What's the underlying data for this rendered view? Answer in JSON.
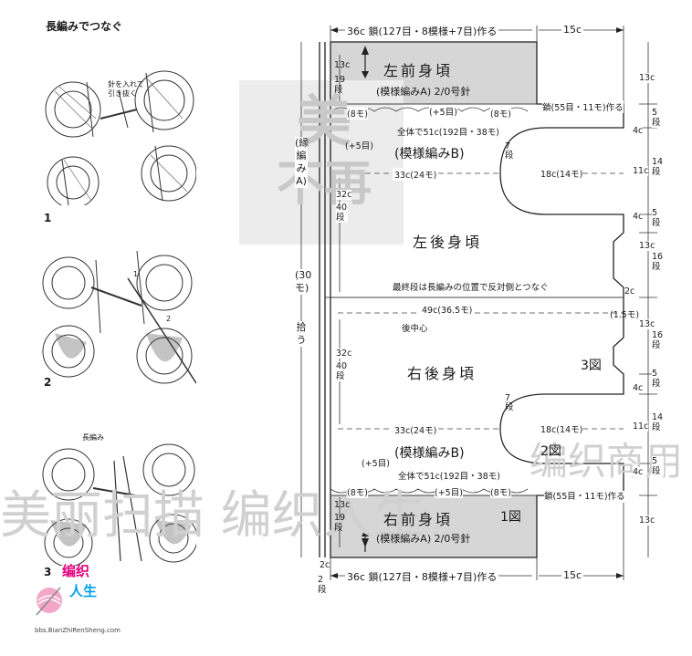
{
  "heading": "長編みでつなぐ",
  "steps": [
    {
      "num": "1",
      "note": "針を入れて\n引き抜く"
    },
    {
      "num": "2",
      "marker1": "1",
      "marker2": "2"
    },
    {
      "num": "3",
      "note": "長編み"
    }
  ],
  "top_edge": {
    "width": "36c",
    "chain": "鎖(127目・8模様+7目)作る",
    "right_width": "15c"
  },
  "bottom_edge": {
    "width": "36c",
    "chain": "鎖(127目・8模様+7目)作る",
    "right_width": "15c"
  },
  "left_front": {
    "title": "左前身頃",
    "pattern": "(模様編みA)",
    "needle": "2/0号針",
    "height": "13c",
    "rows": "19段",
    "chain_add": "鎖(55目・11モ)作る",
    "plus_left": "(+5目)",
    "plus_mid": "(+5目)",
    "eight_mo_a": "(8モ)",
    "eight_mo_b": "(8モ)",
    "total": "全体で51c(192目・38モ)",
    "pattern_b": "(模様編みB)"
  },
  "right_front": {
    "title": "右前身頃",
    "pattern": "(模様編みA)",
    "needle": "2/0号針",
    "fig": "1図",
    "height": "13c",
    "rows": "19段",
    "chain_add": "鎖(55目・11モ)作る",
    "plus_left": "(+5目)",
    "plus_mid": "(+5目)",
    "eight_mo_a": "(8モ)",
    "eight_mo_b": "(8モ)",
    "total": "全体で51c(192目・38モ)",
    "pattern_b": "(模様編みB)"
  },
  "back": {
    "left_title": "左後身頃",
    "right_title": "右後身頃",
    "upper_width": "33c(24モ)",
    "lower_width": "33c(24モ)",
    "mid_width": "49c(36.5モ)",
    "center_label": "後中心",
    "join_note": "最終段は長編みの位置で反対側とつなぐ",
    "seven_rows": "7段",
    "armhole": "18c(14モ)",
    "left_height": "32c",
    "left_rows": "40段",
    "right_height": "32c",
    "right_rows": "40段",
    "fig2": "2図",
    "fig3": "3図",
    "side_2c": "2c",
    "side_15mo": "(1.5モ)"
  },
  "border": {
    "label": "(縁編みA)",
    "pickup_count": "(30モ)",
    "pickup_word": "拾う",
    "bottom_2c": "2c",
    "bottom_rows": "2段"
  },
  "right_side": [
    {
      "c": "13c",
      "rows": ""
    },
    {
      "c": "4c",
      "rows": "5段"
    },
    {
      "c": "11c",
      "rows": "14段"
    },
    {
      "c": "4c",
      "rows": "5段"
    },
    {
      "c": "13c",
      "rows": "16段"
    },
    {
      "c": "13c",
      "rows": "16段"
    },
    {
      "c": "4c",
      "rows": "5段"
    },
    {
      "c": "11c",
      "rows": "14段"
    },
    {
      "c": "4c",
      "rows": "5段"
    },
    {
      "c": "13c",
      "rows": ""
    }
  ],
  "watermark": {
    "stamp_top": "美",
    "stamp_bottom": "不再",
    "bottom_text": "美丽扫描  编织人生",
    "right_text": "编织商用"
  },
  "logo": {
    "line1": "编织",
    "line2": "人生",
    "url": "bbs.BianZhiRenSheng.com"
  },
  "colors": {
    "shade": "#d6d6d6",
    "line": "#222222",
    "wm": "#c8c8c8"
  }
}
